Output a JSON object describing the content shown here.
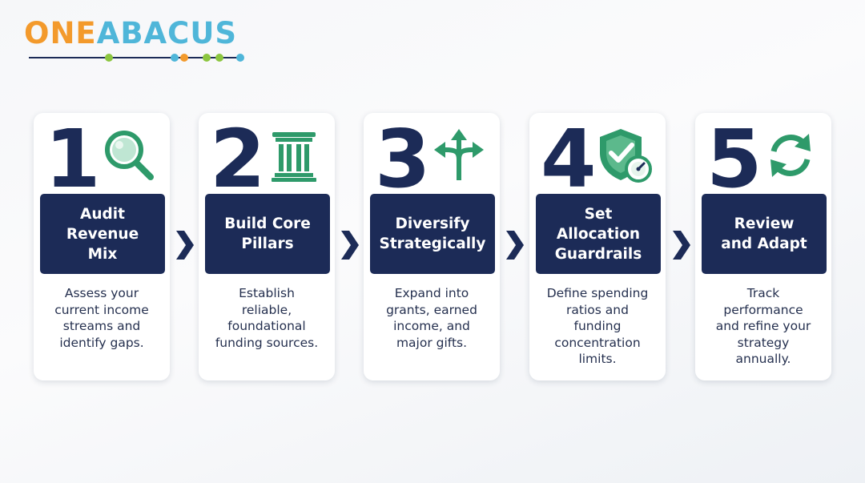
{
  "brand": {
    "part1": "ONE",
    "part2": "ABACUS"
  },
  "colors": {
    "navy": "#1c2b57",
    "green": "#2e9a6a",
    "orange": "#f39a2c",
    "light_blue": "#4fb6d9",
    "lime": "#8cc63f"
  },
  "steps": [
    {
      "number": "1",
      "title": "Audit\nRevenue\nMix",
      "description": "Assess your\ncurrent income\nstreams and\nidentify gaps.",
      "icon": "magnifying-glass-icon"
    },
    {
      "number": "2",
      "title": "Build Core\nPillars",
      "description": "Establish\nreliable,\nfoundational\nfunding sources.",
      "icon": "pillar-icon"
    },
    {
      "number": "3",
      "title": "Diversify\nStrategically",
      "description": "Expand into\ngrants, earned\nincome, and\nmajor gifts.",
      "icon": "three-way-arrows-icon"
    },
    {
      "number": "4",
      "title": "Set\nAllocation\nGuardrails",
      "description": "Define spending\nratios and\nfunding\nconcentration\nlimits.",
      "icon": "shield-gauge-icon"
    },
    {
      "number": "5",
      "title": "Review\nand Adapt",
      "description": "Track\nperformance\nand refine your\nstrategy\nannually.",
      "icon": "refresh-cycle-icon"
    }
  ]
}
